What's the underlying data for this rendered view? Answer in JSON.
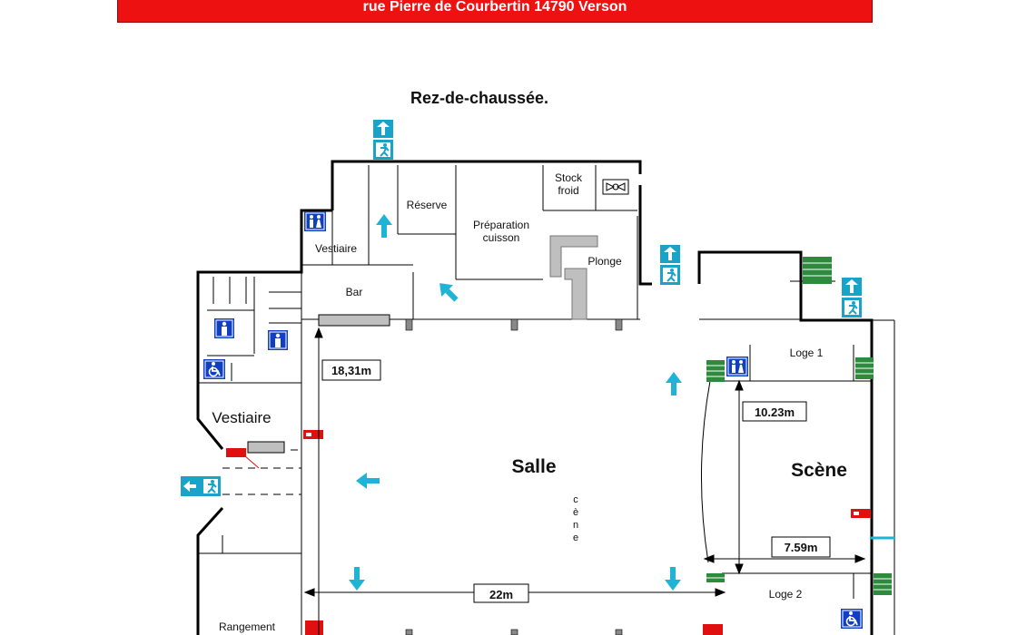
{
  "header": {
    "address": "rue Pierre de Courbertin 14790 Verson",
    "banner_color": "#ee1111"
  },
  "plan": {
    "title": "Rez-de-chaussée.",
    "rooms": {
      "salle": "Salle",
      "scene": "Scène",
      "vestiaire_small": "Vestiaire",
      "vestiaire_large": "Vestiaire",
      "bar": "Bar",
      "reserve": "Réserve",
      "preparation": "Préparation",
      "cuisson": "cuisson",
      "stock": "Stock",
      "froid": "froid",
      "plonge": "Plonge",
      "loge1": "Loge 1",
      "loge2": "Loge 2",
      "rangement": "Rangement"
    },
    "vertical_text": [
      "c",
      "è",
      "n",
      "e"
    ],
    "dimensions": {
      "salle_depth": "18,31m",
      "salle_width": "22m",
      "scene_depth": "10.23m",
      "scene_width": "7.59m"
    },
    "colors": {
      "wall": "#000000",
      "arrow": "#1fb3d6",
      "exit_sign": "#1aa3c8",
      "sanitary_sign": "#1040c0",
      "stairs": "#2e8b3e",
      "fire_equipment": "#e01010"
    },
    "icons": [
      "exit-sign-icon",
      "toilet-icon",
      "accessible-toilet-icon",
      "direction-arrow-icon",
      "stairs-icon",
      "fire-extinguisher-icon",
      "camera-icon"
    ]
  }
}
